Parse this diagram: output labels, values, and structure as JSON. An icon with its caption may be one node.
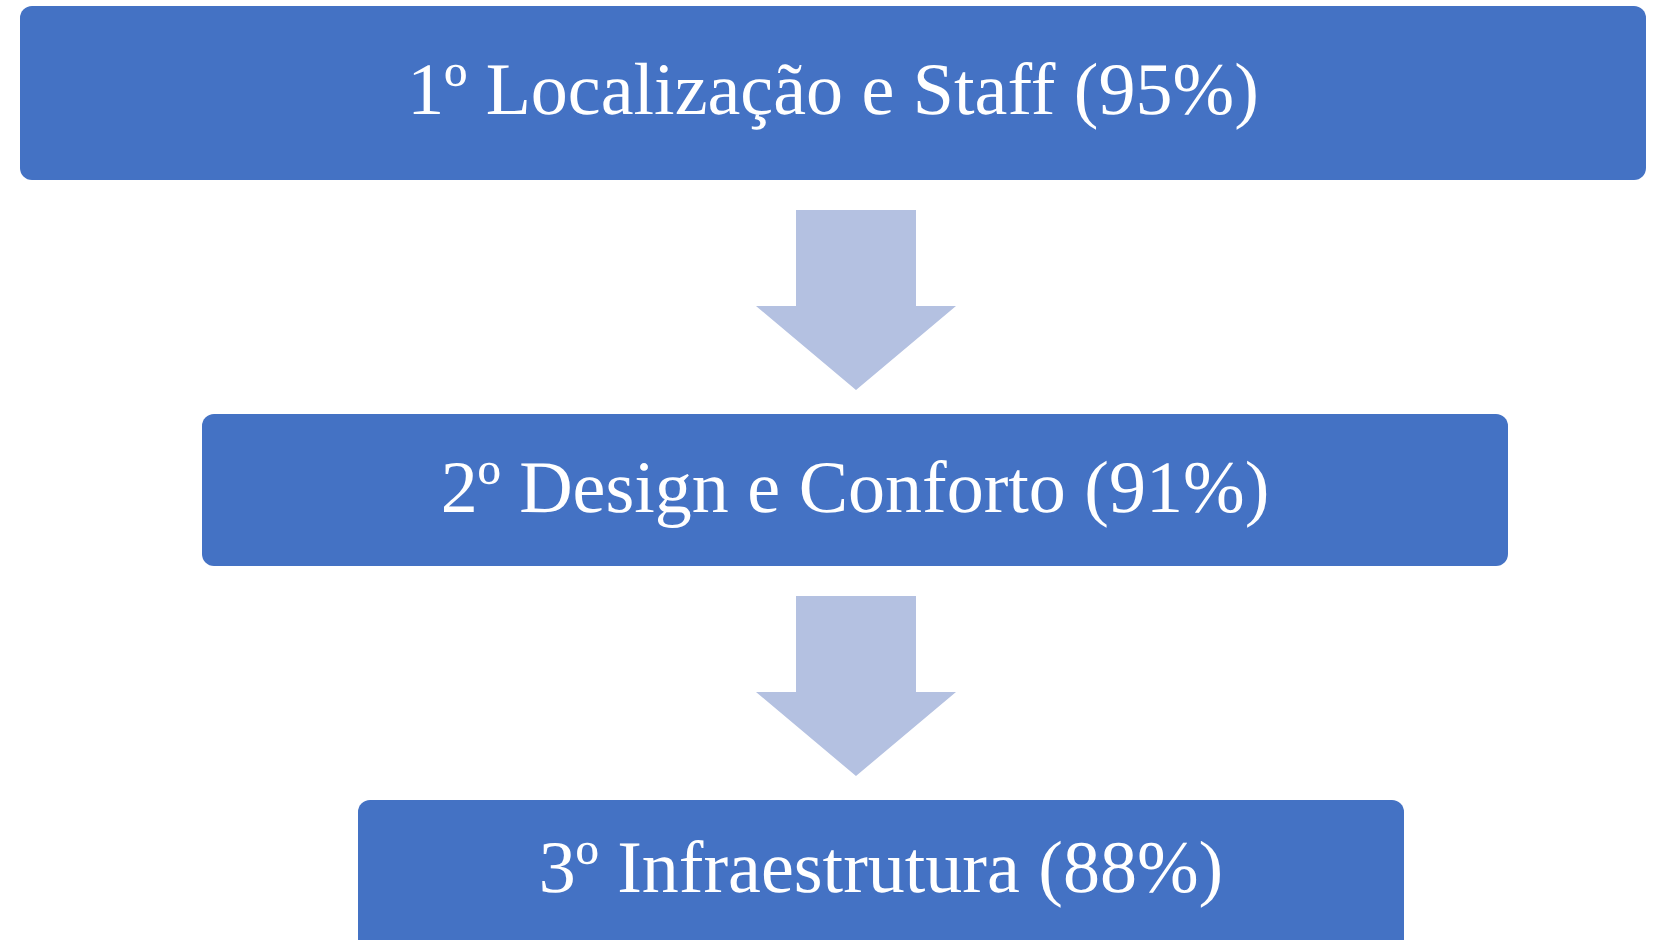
{
  "diagram": {
    "nodes": [
      {
        "text": [
          "1º Localização e Staff (95%)"
        ]
      },
      {
        "text": [
          "2º Design e Conforto (91%)"
        ]
      },
      {
        "text": [
          "3º Infraestrutura (88%)"
        ]
      }
    ],
    "edges": [
      {
        "from": 0,
        "to": 1,
        "arrow": "to"
      },
      {
        "from": 1,
        "to": 2,
        "arrow": "to"
      }
    ]
  }
}
